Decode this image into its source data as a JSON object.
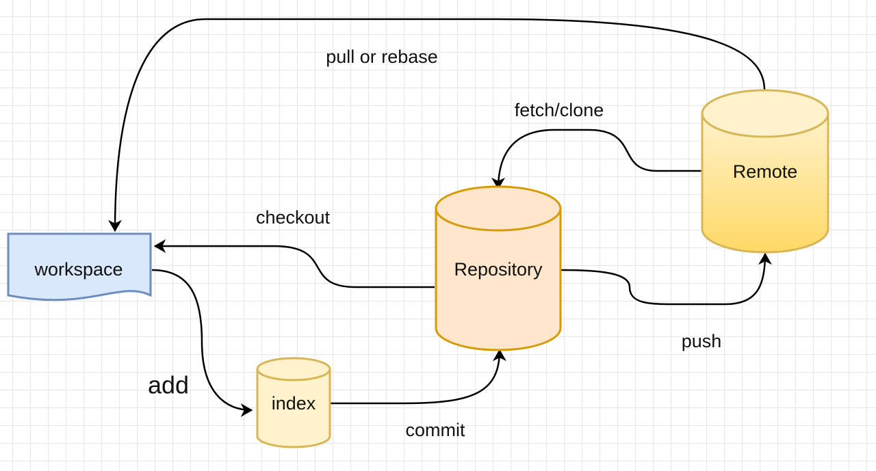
{
  "diagram": {
    "nodes": {
      "workspace": {
        "label": "workspace",
        "shape": "document",
        "fill": "#dae8fc",
        "stroke": "#6c8ebf"
      },
      "index": {
        "label": "index",
        "shape": "cylinder",
        "fill": "#fff2cc",
        "stroke": "#d6b656"
      },
      "repository": {
        "label": "Repository",
        "shape": "cylinder",
        "fill": "#ffe6cc",
        "stroke": "#d79b00"
      },
      "remote": {
        "label": "Remote",
        "shape": "cylinder",
        "fill": "#fff2cc",
        "fill_gradient_to": "#ffd966",
        "stroke": "#d6b656"
      }
    },
    "edges": {
      "pull": {
        "label": "pull or rebase",
        "from": "Remote",
        "to": "workspace"
      },
      "fetch": {
        "label": "fetch/clone",
        "from": "Remote",
        "to": "Repository"
      },
      "checkout": {
        "label": "checkout",
        "from": "Repository",
        "to": "workspace"
      },
      "push": {
        "label": "push",
        "from": "Repository",
        "to": "Remote"
      },
      "add": {
        "label": "add",
        "from": "workspace",
        "to": "index"
      },
      "commit": {
        "label": "commit",
        "from": "index",
        "to": "Repository"
      }
    },
    "colors": {
      "grid": "#e6e6e6",
      "edge": "#000000"
    }
  }
}
